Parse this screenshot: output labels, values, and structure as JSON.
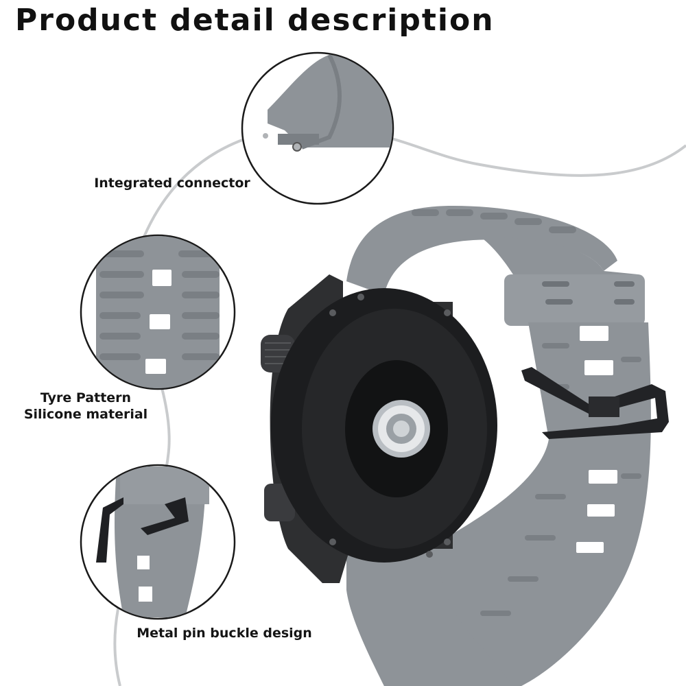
{
  "title": "Product detail description",
  "callouts": {
    "connector": "Integrated connector",
    "tyre_line1": "Tyre Pattern",
    "tyre_line2": "Silicone material",
    "buckle": "Metal pin buckle design"
  },
  "colors": {
    "strap": "#8e9398",
    "strap_dark": "#7a7f84",
    "case": "#2b2c2e",
    "curve": "#c9cbcd"
  }
}
